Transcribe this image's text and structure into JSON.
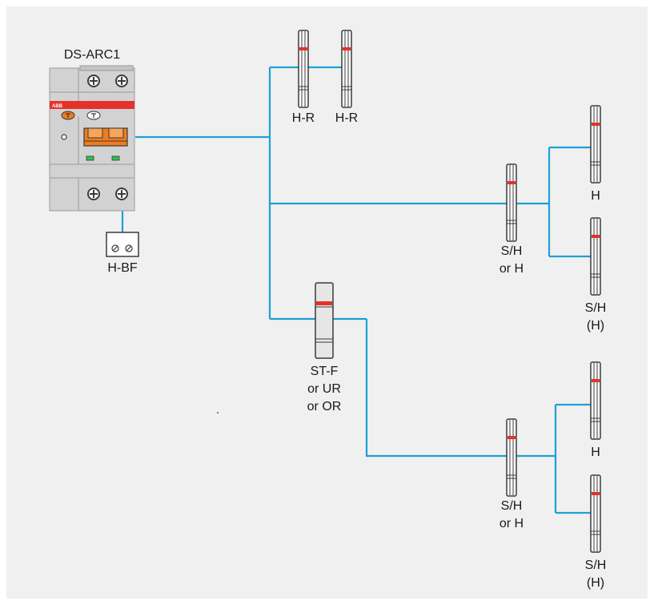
{
  "colors": {
    "background": "#f0f0f0",
    "wire": "#1e9fd8",
    "breaker_body": "#d2d2d2",
    "breaker_band": "#e4322b",
    "toggle": "#f07c1e",
    "indicator": "#2ec24a",
    "bar_marker": "#e4322b"
  },
  "breaker": {
    "label": "DS-ARC1",
    "brand": "ABB"
  },
  "devices": {
    "bf": "H-BF",
    "hr_1": "H-R",
    "hr_2": "H-R",
    "upper_junction": [
      "S/H",
      "or H"
    ],
    "upper_h": "H",
    "upper_sh": [
      "S/H",
      "(H)"
    ],
    "stf": [
      "ST-F",
      "or UR",
      "or OR"
    ],
    "lower_junction": [
      "S/H",
      "or H"
    ],
    "lower_h": "H",
    "lower_sh": [
      "S/H",
      "(H)"
    ]
  }
}
